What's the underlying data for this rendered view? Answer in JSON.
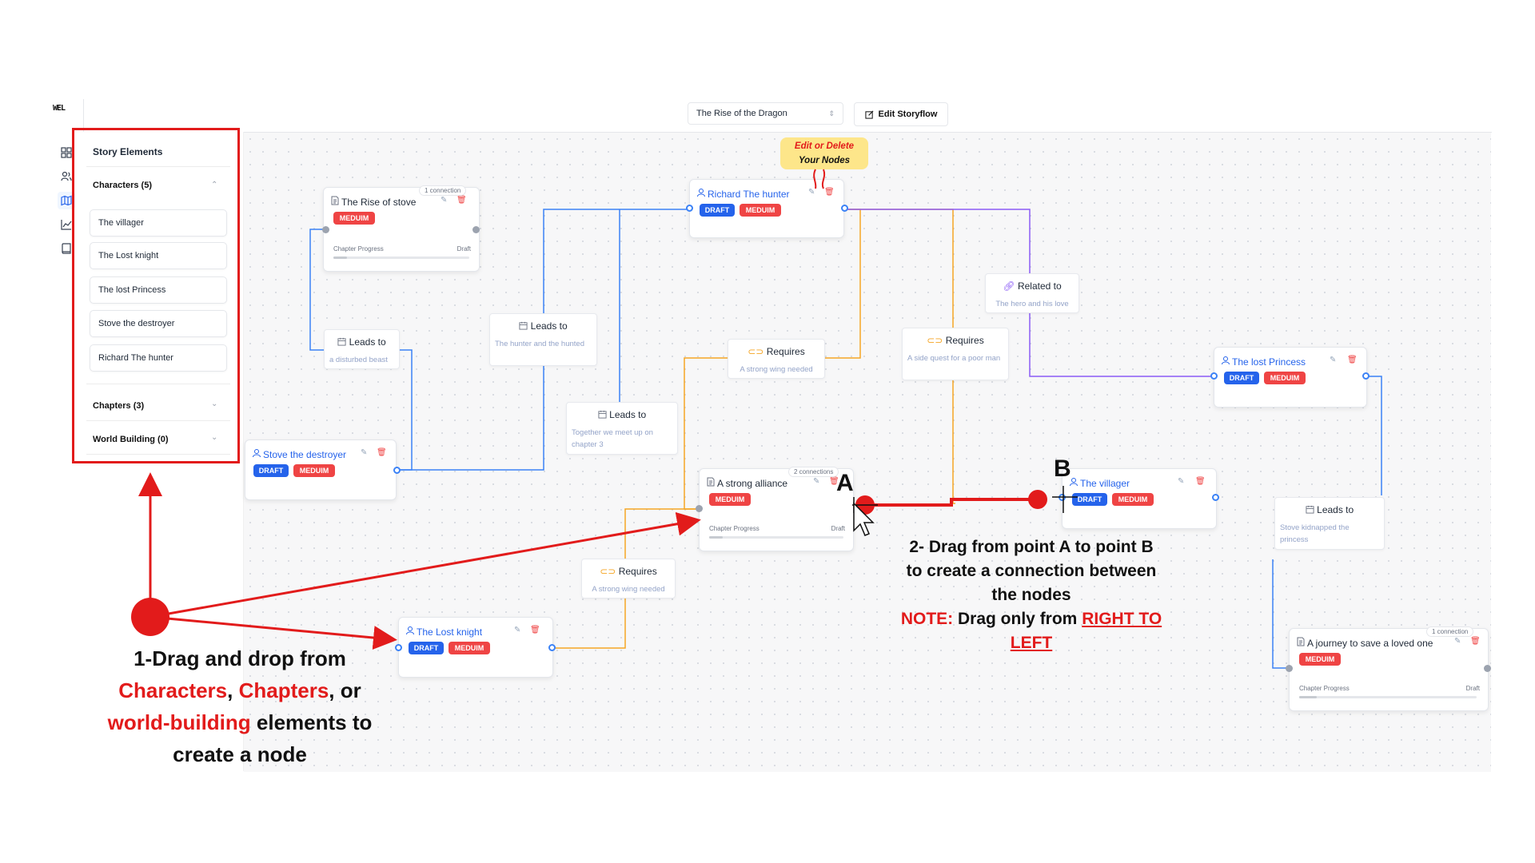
{
  "app": {
    "logo": "WEL",
    "story_select": "The Rise of the Dragon",
    "edit_button": "Edit Storyflow"
  },
  "panel": {
    "title": "Story Elements",
    "characters_header": "Characters (5)",
    "characters": [
      "The villager",
      "The Lost knight",
      "The lost Princess",
      "Stove the destroyer",
      "Richard The hunter"
    ],
    "chapters_header": "Chapters (3)",
    "world_header": "World Building (0)"
  },
  "nodes": {
    "rise": {
      "title": "The Rise of stove",
      "badge": "MEDUIM",
      "conn": "1 connection",
      "progress_label": "Chapter Progress",
      "status": "Draft"
    },
    "richard": {
      "title": "Richard The hunter",
      "draft": "DRAFT",
      "med": "MEDUIM"
    },
    "stove": {
      "title": "Stove the destroyer",
      "draft": "DRAFT",
      "med": "MEDUIM"
    },
    "alliance": {
      "title": "A strong alliance",
      "badge": "MEDUIM",
      "conn": "2 connections",
      "progress_label": "Chapter Progress",
      "status": "Draft"
    },
    "knight": {
      "title": "The Lost knight",
      "draft": "DRAFT",
      "med": "MEDUIM"
    },
    "villager": {
      "title": "The villager",
      "draft": "DRAFT",
      "med": "MEDUIM"
    },
    "princess": {
      "title": "The lost Princess",
      "draft": "DRAFT",
      "med": "MEDUIM"
    },
    "journey": {
      "title": "A journey to save a loved one",
      "badge": "MEDUIM",
      "conn": "1 connection",
      "progress_label": "Chapter Progress",
      "status": "Draft"
    }
  },
  "edges": [
    {
      "label": "Leads to",
      "desc": "a disturbed beast"
    },
    {
      "label": "Leads to",
      "desc": "The hunter and the hunted"
    },
    {
      "label": "Leads to",
      "desc": "Together we meet up on chapter 3"
    },
    {
      "label": "Requires",
      "desc": "A strong wing needed"
    },
    {
      "label": "Requires",
      "desc": "A strong wing needed"
    },
    {
      "label": "Requires",
      "desc": "A side quest for a poor man"
    },
    {
      "label": "Related to",
      "desc": "The hero and his love"
    },
    {
      "label": "Leads to",
      "desc": "Stove kidnapped the princess"
    }
  ],
  "annotations": {
    "tooltip_line1": "Edit  or Delete",
    "tooltip_line2": "Your Nodes",
    "label_a": "A",
    "label_b": "B",
    "step1": {
      "prefix": "1-Drag and drop from",
      "characters": "Characters",
      "comma": ", ",
      "chapters": "Chapters",
      "or": ", or",
      "world": "world-building",
      "suffix1": " elements to",
      "suffix2": "create a node"
    },
    "step2": {
      "line1": "2- Drag from point A to point B",
      "line2": "to create a connection between",
      "line3": "the nodes",
      "note_label": "NOTE:",
      "note_text": " Drag only from ",
      "note_link1": "RIGHT TO",
      "note_link2": "LEFT"
    }
  },
  "colors": {
    "accent": "#2563eb",
    "danger": "#ef4444",
    "annotation": "#e21b1b",
    "wire_blue": "#3b82f6",
    "wire_orange": "#f5a524",
    "wire_purple": "#8b5cf6"
  }
}
